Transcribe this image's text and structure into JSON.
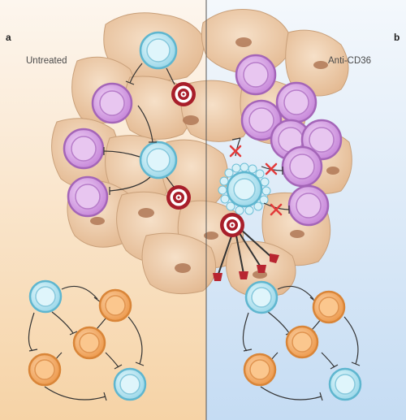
{
  "panels": {
    "left": {
      "letter": "a",
      "label": "Untreated",
      "bg_top": "#fdf6ee",
      "bg_bottom": "#f6d3a6"
    },
    "right": {
      "letter": "b",
      "label": "Anti-CD36",
      "bg_top": "#f4f8fc",
      "bg_bottom": "#c5dcf3"
    }
  },
  "colors": {
    "tumor_fill": "#ebc8a4",
    "tumor_stroke": "#c9a07a",
    "nucleus": "#b07856",
    "purple_cell": "#d9a8e6",
    "purple_ring": "#a465b8",
    "cyan_cell": "#bfe8f2",
    "cyan_ring": "#5fb6cf",
    "orange_cell": "#f6b36e",
    "orange_ring": "#d98538",
    "target_red": "#a81e2a",
    "inhibit_line": "#333333",
    "x_mark": "#e23b3b",
    "divider": "#555555"
  },
  "icons": [
    "target-icon",
    "inhibition-arrow-icon",
    "block-x-icon",
    "bead-icon"
  ]
}
